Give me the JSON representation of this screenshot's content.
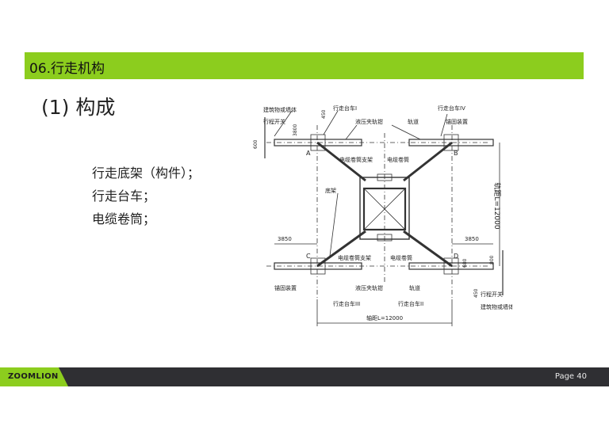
{
  "section": {
    "title": "06.行走机构"
  },
  "heading": "(1) 构成",
  "bullets": [
    "行走底架（构件）；",
    "行走台车；",
    "电缆卷筒；"
  ],
  "diagram": {
    "labels": {
      "building_wall_tl": "建筑物或墙体",
      "travel_switch_tl": "行程开关",
      "bogie_1": "行走台车I",
      "hydraulic_clamp_top": "液压夹轨钳",
      "rail_top": "轨道",
      "bogie_4": "行走台车IV",
      "anchor_device_top": "锚固装置",
      "cable_reel_bracket_top": "电缆卷筒支架",
      "cable_reel_top": "电缆卷筒",
      "base_frame": "底架",
      "cable_reel_bracket_bottom": "电缆卷筒支架",
      "cable_reel_bottom": "电缆卷筒",
      "anchor_device_bottom": "锚固装置",
      "hydraulic_clamp_bottom": "液压夹轨钳",
      "rail_bottom": "轨道",
      "travel_switch_br": "行程开关",
      "building_wall_br": "建筑物或墙体",
      "bogie_3": "行走台车III",
      "bogie_2": "行走台车II",
      "gauge": "轨距L=12000",
      "wheelbase": "轴距L=12000",
      "corner_a": "A",
      "corner_b": "B",
      "corner_c": "C",
      "corner_d": "D",
      "dim_600": "600",
      "dim_450_top": "450",
      "dim_3800": "3800",
      "dim_3850_left": "3850",
      "dim_3850_right": "3850",
      "dim_800": "800",
      "dim_680": "680",
      "dim_450_bottom": "450"
    }
  },
  "footer": {
    "logo": "ZOOMLION",
    "page": "Page 40"
  }
}
